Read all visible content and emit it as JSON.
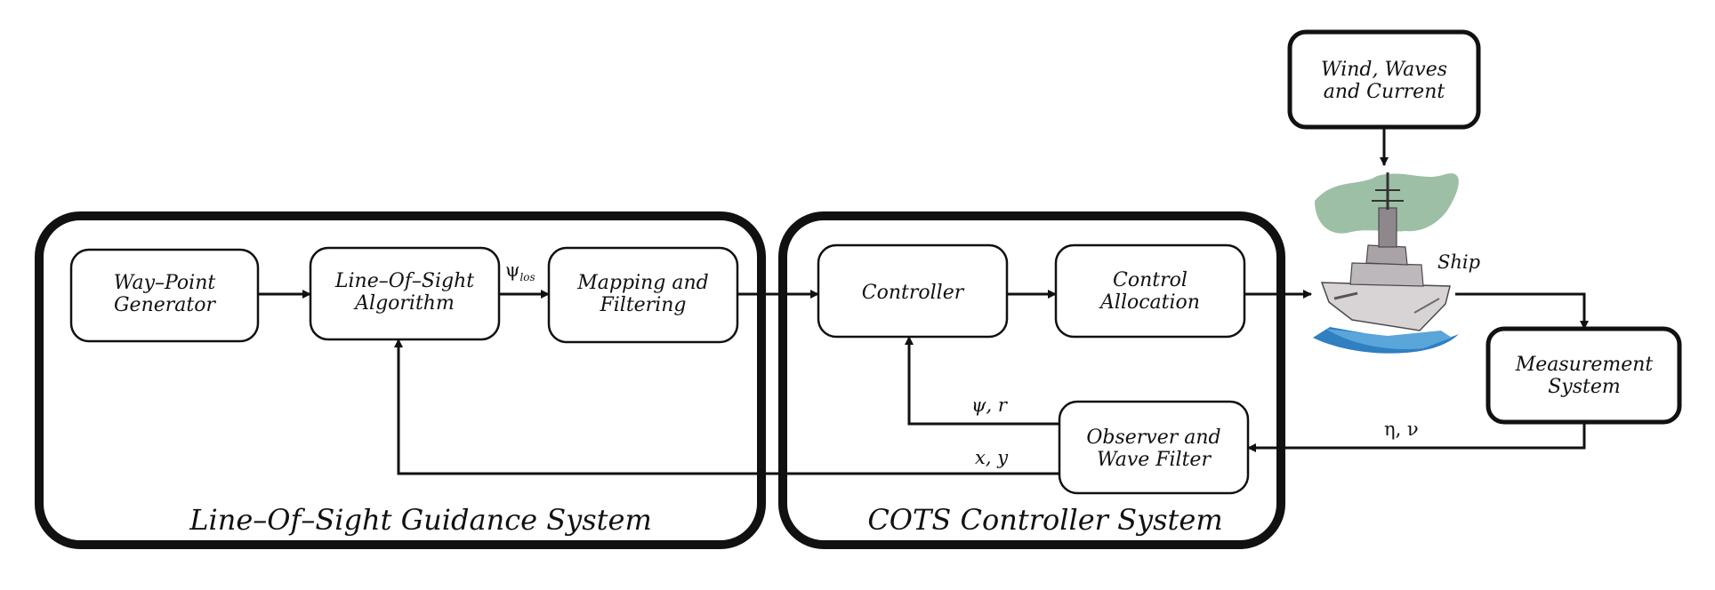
{
  "blocks": {
    "waypoint": [
      "Way–Point",
      "Generator"
    ],
    "los": [
      "Line–Of–Sight",
      "Algorithm"
    ],
    "mapping": [
      "Mapping and",
      "Filtering"
    ],
    "controller": [
      "Controller"
    ],
    "allocation": [
      "Control",
      "Allocation"
    ],
    "environment": [
      "Wind, Waves",
      "and Current"
    ],
    "measurement": [
      "Measurement",
      "System"
    ],
    "observer": [
      "Observer and",
      "Wave Filter"
    ]
  },
  "systems": {
    "guidance": "Line–Of–Sight Guidance System",
    "controller": "COTS Controller System"
  },
  "ship_label": "Ship",
  "signals": {
    "psi_los": "ψ",
    "psi_los_sub": "los",
    "psi_r": "ψ, r",
    "xy": "x, y",
    "eta_nu": "η, ν"
  },
  "icons": {
    "ship": "ship-clipart-icon"
  }
}
